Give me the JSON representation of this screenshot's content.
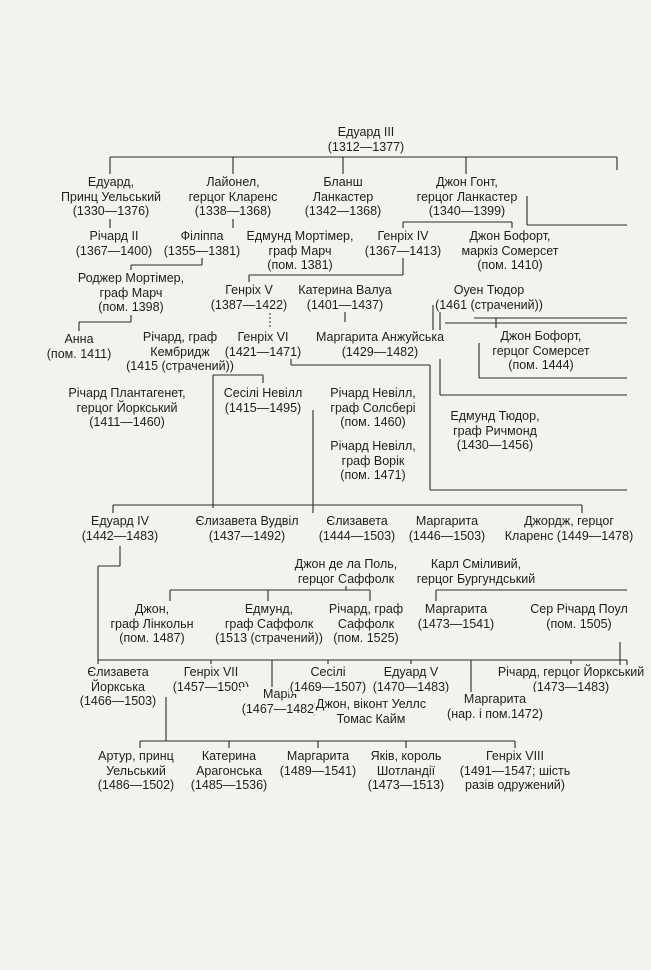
{
  "nodes": [
    {
      "id": "edward3",
      "lines": [
        "Едуард III",
        "(1312—1377)"
      ]
    },
    {
      "id": "edward-bp",
      "lines": [
        "Едуард,",
        "Принц Уельський",
        "(1330—1376)"
      ]
    },
    {
      "id": "lionel",
      "lines": [
        "Лайонел,",
        "герцог Кларенс",
        "(1338—1368)"
      ]
    },
    {
      "id": "blanche",
      "lines": [
        "Бланш",
        "Ланкастер",
        "(1342—1368)"
      ]
    },
    {
      "id": "john-gaunt",
      "lines": [
        "Джон Гонт,",
        "герцог Ланкастер",
        "(1340—1399)"
      ]
    },
    {
      "id": "richard2",
      "lines": [
        "Річард II",
        "(1367—1400)"
      ]
    },
    {
      "id": "philippa",
      "lines": [
        "Філіппа",
        "(1355—1381)"
      ]
    },
    {
      "id": "edmund-mortimer",
      "lines": [
        "Едмунд Мортімер,",
        "граф Марч",
        "(пом. 1381)"
      ]
    },
    {
      "id": "henry4",
      "lines": [
        "Генріх IV",
        "(1367—1413)"
      ]
    },
    {
      "id": "john-beaufort-m",
      "lines": [
        "Джон Бофорт,",
        "маркіз Сомерсет",
        "(пом. 1410)"
      ]
    },
    {
      "id": "roger-mortimer",
      "lines": [
        "Роджер Мортімер,",
        "граф Марч",
        "(пом. 1398)"
      ]
    },
    {
      "id": "henry5",
      "lines": [
        "Генріх V",
        "(1387—1422)"
      ]
    },
    {
      "id": "catherine-valois",
      "lines": [
        "Катерина Валуа",
        "(1401—1437)"
      ]
    },
    {
      "id": "owen-tudor",
      "lines": [
        "Оуен Тюдор",
        "(1461 (страчений))"
      ]
    },
    {
      "id": "anne",
      "lines": [
        "Анна",
        "(пом. 1411)"
      ]
    },
    {
      "id": "richard-cambridge",
      "lines": [
        "Річард, граф",
        "Кембридж",
        "(1415 (страчений))"
      ]
    },
    {
      "id": "henry6",
      "lines": [
        "Генріх VI",
        "(1421—1471)"
      ]
    },
    {
      "id": "margaret-anjou",
      "lines": [
        "Маргарита Анжуйська",
        "(1429—1482)"
      ]
    },
    {
      "id": "john-beaufort-d",
      "lines": [
        "Джон Бофорт,",
        "герцог Сомерсет",
        "(пом. 1444)"
      ]
    },
    {
      "id": "richard-york",
      "lines": [
        "Річард Плантагенет,",
        "герцог Йоркський",
        "(1411—1460)"
      ]
    },
    {
      "id": "cecily-neville",
      "lines": [
        "Сесілі Невілл",
        "(1415—1495)"
      ]
    },
    {
      "id": "richard-salisbury",
      "lines": [
        "Річард Невілл,",
        "граф Солсбері",
        "(пом. 1460)"
      ]
    },
    {
      "id": "edmund-tudor",
      "lines": [
        "Едмунд Тюдор,",
        "граф Ричмонд",
        "(1430—1456)"
      ]
    },
    {
      "id": "richard-warwick",
      "lines": [
        "Річард Невілл,",
        "граф Ворік",
        "(пом. 1471)"
      ]
    },
    {
      "id": "edward4",
      "lines": [
        "Едуард IV",
        "(1442—1483)"
      ]
    },
    {
      "id": "elizabeth-woodville",
      "lines": [
        "Єлизавета Вудвіл",
        "(1437—1492)"
      ]
    },
    {
      "id": "elizabeth-1444",
      "lines": [
        "Єлизавета",
        "(1444—1503)"
      ]
    },
    {
      "id": "margaret-1446",
      "lines": [
        "Маргарита",
        "(1446—1503)"
      ]
    },
    {
      "id": "george-clarence",
      "lines": [
        "Джордж, герцог",
        "Кларенс (1449—1478)"
      ]
    },
    {
      "id": "john-de-la-pole",
      "lines": [
        "Джон де ла Поль,",
        "герцог Саффолк"
      ]
    },
    {
      "id": "charles-bold",
      "lines": [
        "Карл Сміливий,",
        "герцог Бургундський"
      ]
    },
    {
      "id": "john-lincoln",
      "lines": [
        "Джон,",
        "граф Лінкольн",
        "(пом. 1487)"
      ]
    },
    {
      "id": "edmund-suffolk",
      "lines": [
        "Едмунд,",
        "граф Саффолк",
        "(1513 (страчений))"
      ]
    },
    {
      "id": "richard-suffolk",
      "lines": [
        "Річард, граф",
        "Саффолк",
        "(пом. 1525)"
      ]
    },
    {
      "id": "margaret-1473",
      "lines": [
        "Маргарита",
        "(1473—1541)"
      ]
    },
    {
      "id": "richard-pole",
      "lines": [
        "Сер Річард Поул",
        "(пом. 1505)"
      ]
    },
    {
      "id": "elizabeth-york",
      "lines": [
        "Єлизавета",
        "Йоркська",
        "(1466—1503)"
      ]
    },
    {
      "id": "henry7",
      "lines": [
        "Генріх VII",
        "(1457—1509)"
      ]
    },
    {
      "id": "mary-1467",
      "lines": [
        "Марія",
        "(1467—1482)"
      ]
    },
    {
      "id": "cecily-1469",
      "lines": [
        "Сесілі",
        "(1469—1507)"
      ]
    },
    {
      "id": "edward5",
      "lines": [
        "Едуард V",
        "(1470—1483)"
      ]
    },
    {
      "id": "richard-york-1473",
      "lines": [
        "Річард, герцог Йоркський",
        "(1473—1483)"
      ]
    },
    {
      "id": "john-welles",
      "lines": [
        "Джон, віконт Уеллс",
        "Томас Кайм"
      ]
    },
    {
      "id": "margaret-1472",
      "lines": [
        "Маргарита",
        "(нар. і пом.1472)"
      ]
    },
    {
      "id": "arthur",
      "lines": [
        "Артур, принц",
        "Уельський",
        "(1486—1502)"
      ]
    },
    {
      "id": "catherine-aragon",
      "lines": [
        "Катерина",
        "Арагонська",
        "(1485—1536)"
      ]
    },
    {
      "id": "margaret-1489",
      "lines": [
        "Маргарита",
        "(1489—1541)"
      ]
    },
    {
      "id": "james-scot",
      "lines": [
        "Яків, король",
        "Шотландії",
        "(1473—1513)"
      ]
    },
    {
      "id": "henry8",
      "lines": [
        "Генріх VIII",
        "(1491—1547; шість",
        "разів одружений)"
      ]
    }
  ]
}
